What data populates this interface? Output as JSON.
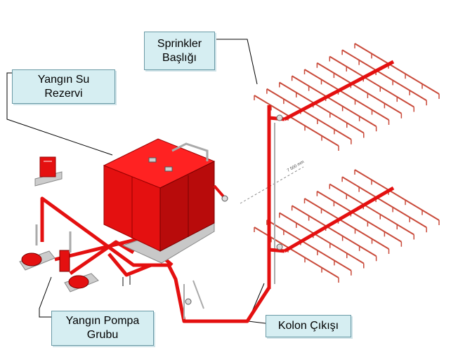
{
  "colors": {
    "pipe": "#e41010",
    "tank": "#ee1111",
    "tank_dark": "#b80b0b",
    "branch": "#c94a3a",
    "equipment": "#b8b8b8",
    "callout_fill": "#d6eef2",
    "callout_border": "#6a9aa6",
    "leader_line": "#000000"
  },
  "labels": {
    "rezerv": {
      "line1": "Yangın Su",
      "line2": "Rezervi"
    },
    "sprink": {
      "line1": "Sprinkler",
      "line2": "Başlığı"
    },
    "pompa": {
      "line1": "Yangın Pompa",
      "line2": "Grubu"
    },
    "kolon": {
      "line1": "Kolon Çıkışı"
    }
  },
  "dimension_note": "7 500 mm",
  "icons": [
    "fire-water-tank",
    "fire-pump",
    "control-panel",
    "sprinkler-head",
    "riser-pipe",
    "valve"
  ]
}
